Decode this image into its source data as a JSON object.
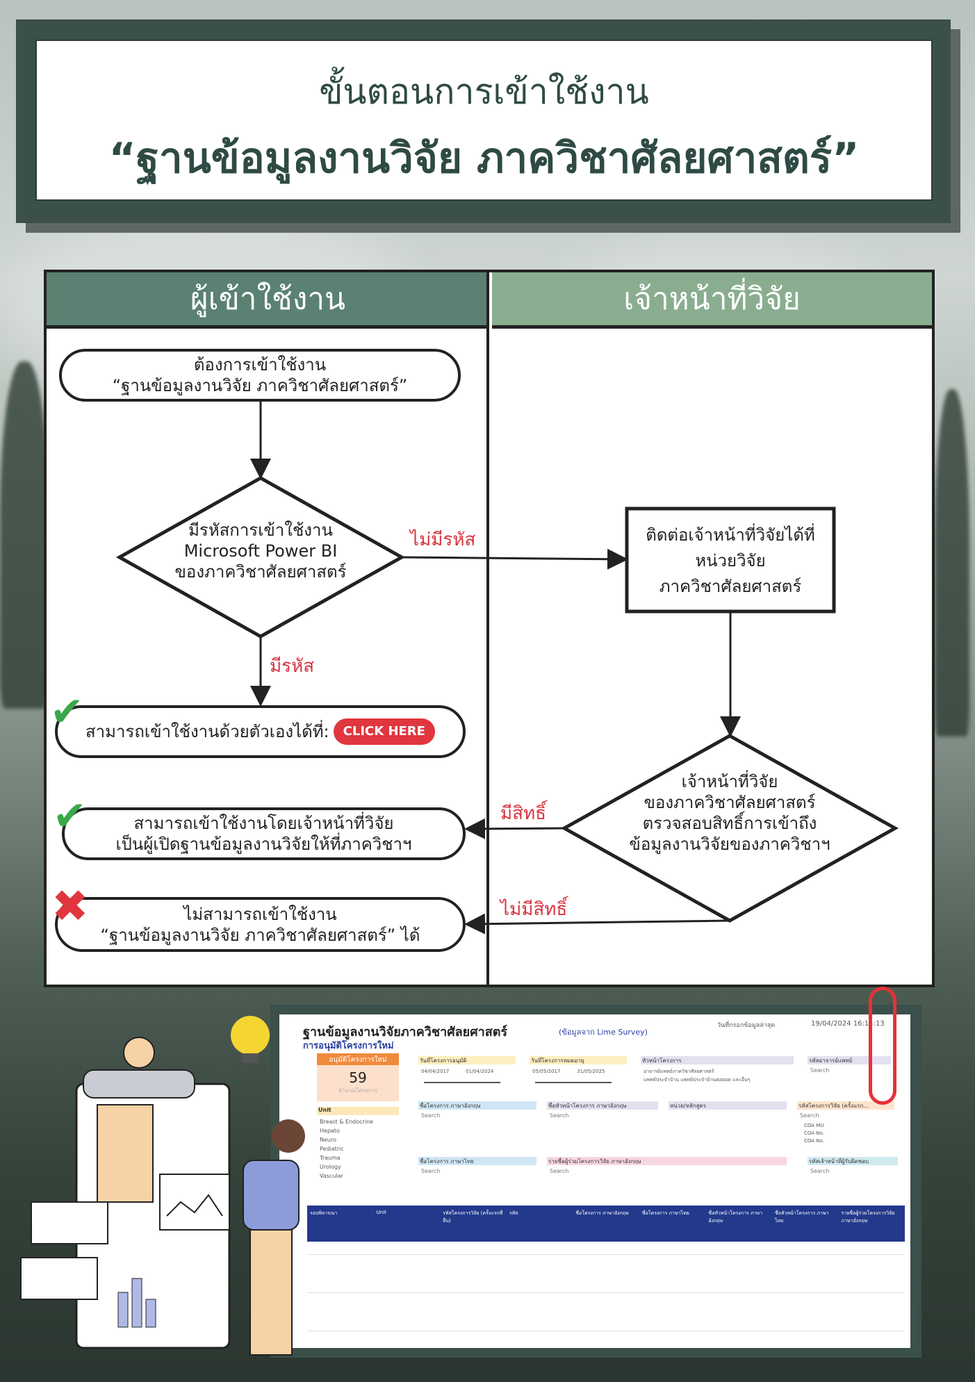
{
  "title": {
    "line1": "ขั้นตอนการเข้าใช้งาน",
    "line2": "“ฐานข้อมูลงานวิจัย ภาควิชาศัลยศาสตร์”"
  },
  "lanes": {
    "user": "ผู้เข้าใช้งาน",
    "staff": "เจ้าหน้าที่วิจัย"
  },
  "nodes": {
    "start": {
      "line1": "ต้องการเข้าใช้งาน",
      "line2": "“ฐานข้อมูลงานวิจัย ภาควิชาศัลยศาสตร์”"
    },
    "decision1": {
      "line1": "มีรหัสการเข้าใช้งาน",
      "line2": "Microsoft Power BI",
      "line3": "ของภาควิชาศัลยศาสตร์"
    },
    "contact": {
      "line1": "ติดต่อเจ้าหน้าที่วิจัยได้ที่",
      "line2": "หน่วยวิจัย",
      "line3": "ภาควิชาศัลยศาสตร์"
    },
    "self_access": {
      "text": "สามารถเข้าใช้งานด้วยตัวเองได้ที่:",
      "button": "CLICK HERE"
    },
    "decision2": {
      "line1": "เจ้าหน้าที่วิจัย",
      "line2": "ของภาควิชาศัลยศาสตร์",
      "line3": "ตรวจสอบสิทธิ์การเข้าถึง",
      "line4": "ข้อมูลงานวิจัยของภาควิชาฯ"
    },
    "staff_access": {
      "line1": "สามารถเข้าใช้งานโดยเจ้าหน้าที่วิจัย",
      "line2": "เป็นผู้เปิดฐานข้อมูลงานวิจัยให้ที่ภาควิชาฯ"
    },
    "no_access": {
      "line1": "ไม่สามารถเข้าใช้งาน",
      "line2": "“ฐานข้อมูลงานวิจัย ภาควิชาศัลยศาสตร์” ได้"
    }
  },
  "edges": {
    "no_code": "ไม่มีรหัส",
    "has_code": "มีรหัส",
    "has_right": "มีสิทธิ์",
    "no_right": "ไม่มีสิทธิ์"
  },
  "dashboard": {
    "title": "ฐานข้อมูลงานวิจัยภาควิชาศัลยศาสตร์",
    "source": "(ข้อมูลจาก Lime Survey)",
    "updated_label": "วันที่กรอกข้อมูลล่าสุด",
    "updated_value": "19/04/2024 16:14:13",
    "subtitle": "การอนุมัติโครงการใหม่",
    "card": {
      "label": "อนุมัติโครงการใหม่",
      "value": "59",
      "caption": "จำนวนโครงการ"
    },
    "unit": {
      "label": "Unit",
      "items": [
        "Breast & Endocrine",
        "Hepato",
        "Neuro",
        "Pediatric",
        "Trauma",
        "Urology",
        "Vascular"
      ]
    },
    "approved_date": {
      "label": "วันที่โครงการอนุมัติ",
      "from": "04/04/2017",
      "to": "01/04/2024"
    },
    "expiry_date": {
      "label": "วันที่โครงการหมดอายุ",
      "from": "05/05/2017",
      "to": "31/05/2025"
    },
    "pi": {
      "label": "หัวหน้าโครงการ",
      "options": [
        "อาจารย์แพทย์ภาควิชาศัลยศาสตร์",
        "แพทย์ประจำบ้าน แพทย์ประจำบ้านต่อยอด และอื่นๆ"
      ]
    },
    "slicers": {
      "faculty_code": "รหัสอาจารย์แพทย์",
      "name_en": "ชื่อโครงการ ภาษาอังกฤษ",
      "pi_en": "ชื่อหัวหน้าโครงการ ภาษาอังกฤษ",
      "unit_course": "หน่วย/หลักสูตร",
      "project_code": "รหัสโครงการวิจัย (ครั้งแรก...",
      "name_th": "ชื่อโครงการ ภาษาไทย",
      "co_en": "รายชื่อผู้ร่วมโครงการวิจัย ภาษาอังกฤษ",
      "staff_code": "รหัสเจ้าหน้าที่ผู้รับผิดชอบ"
    },
    "search": "Search",
    "coa_items": [
      "COA MU",
      "COA No.",
      "COA No."
    ],
    "columns": [
      "รอบพิจารณา",
      "Unit",
      "รหัสโครงการวิจัย (ครั้งแรกที่ยื่น)",
      "รหัส",
      "ชื่อโครงการ ภาษาอังกฤษ",
      "ชื่อโครงการ ภาษาไทย",
      "ชื่อหัวหน้าโครงการ ภาษาอังกฤษ",
      "ชื่อหัวหน้าโครงการ ภาษาไทย",
      "รายชื่อผู้ร่วมโครงการวิจัย ภาษาอังกฤษ"
    ]
  }
}
